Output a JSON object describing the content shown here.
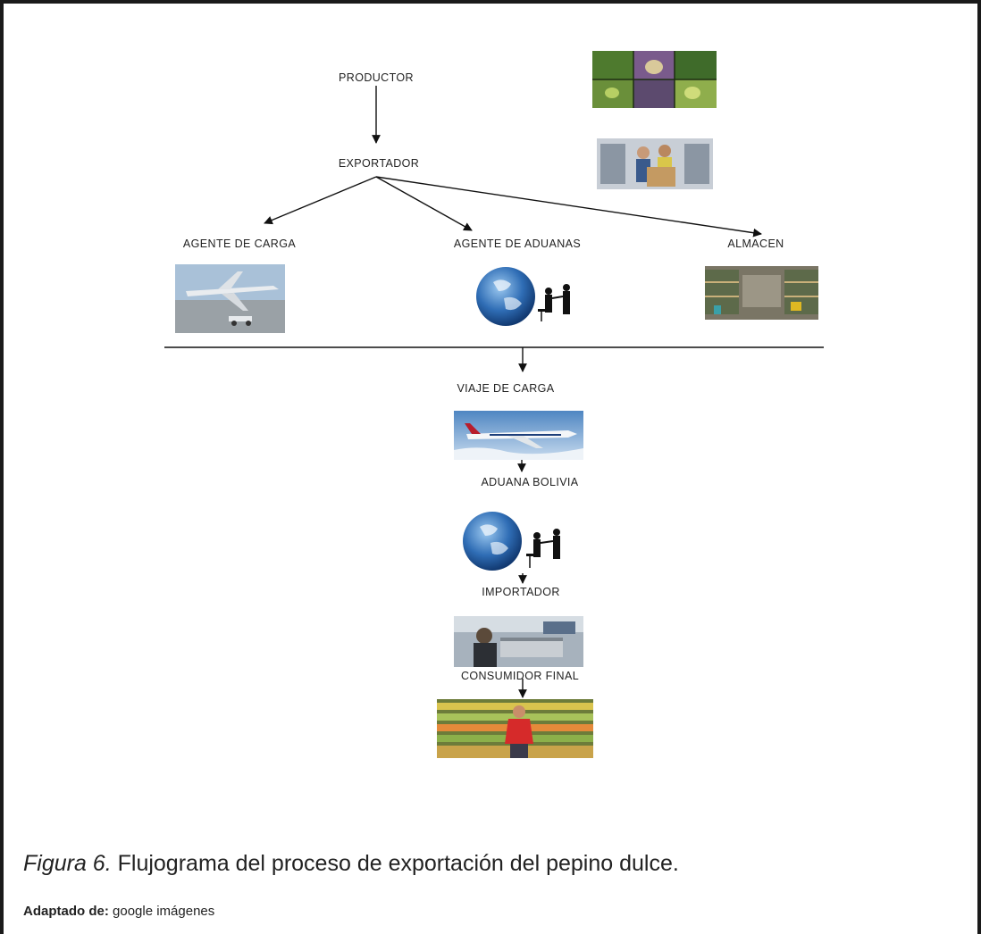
{
  "diagram": {
    "nodes": {
      "productor": "PRODUCTOR",
      "exportador": "EXPORTADOR",
      "agente_carga": "AGENTE DE CARGA",
      "agente_aduanas": "AGENTE DE ADUANAS",
      "almacen": "ALMACEN",
      "viaje_carga": "VIAJE DE CARGA",
      "aduana_bolivia": "ADUANA BOLIVIA",
      "importador": "IMPORTADOR",
      "consumidor_final": "CONSUMIDOR FINAL"
    },
    "images": [
      "fruit-collage-photo",
      "warehouse-worker-photo",
      "cargo-plane-photo",
      "globe-business-photo",
      "warehouse-aisle-photo",
      "airliner-photo",
      "globe-business-photo",
      "shipping-worker-photo",
      "supermarket-shopper-photo"
    ]
  },
  "caption": {
    "figure_label": "Figura 6.",
    "text": "Flujograma del proceso de exportación del pepino dulce."
  },
  "source": {
    "label": "Adaptado de:",
    "text": "google imágenes"
  }
}
